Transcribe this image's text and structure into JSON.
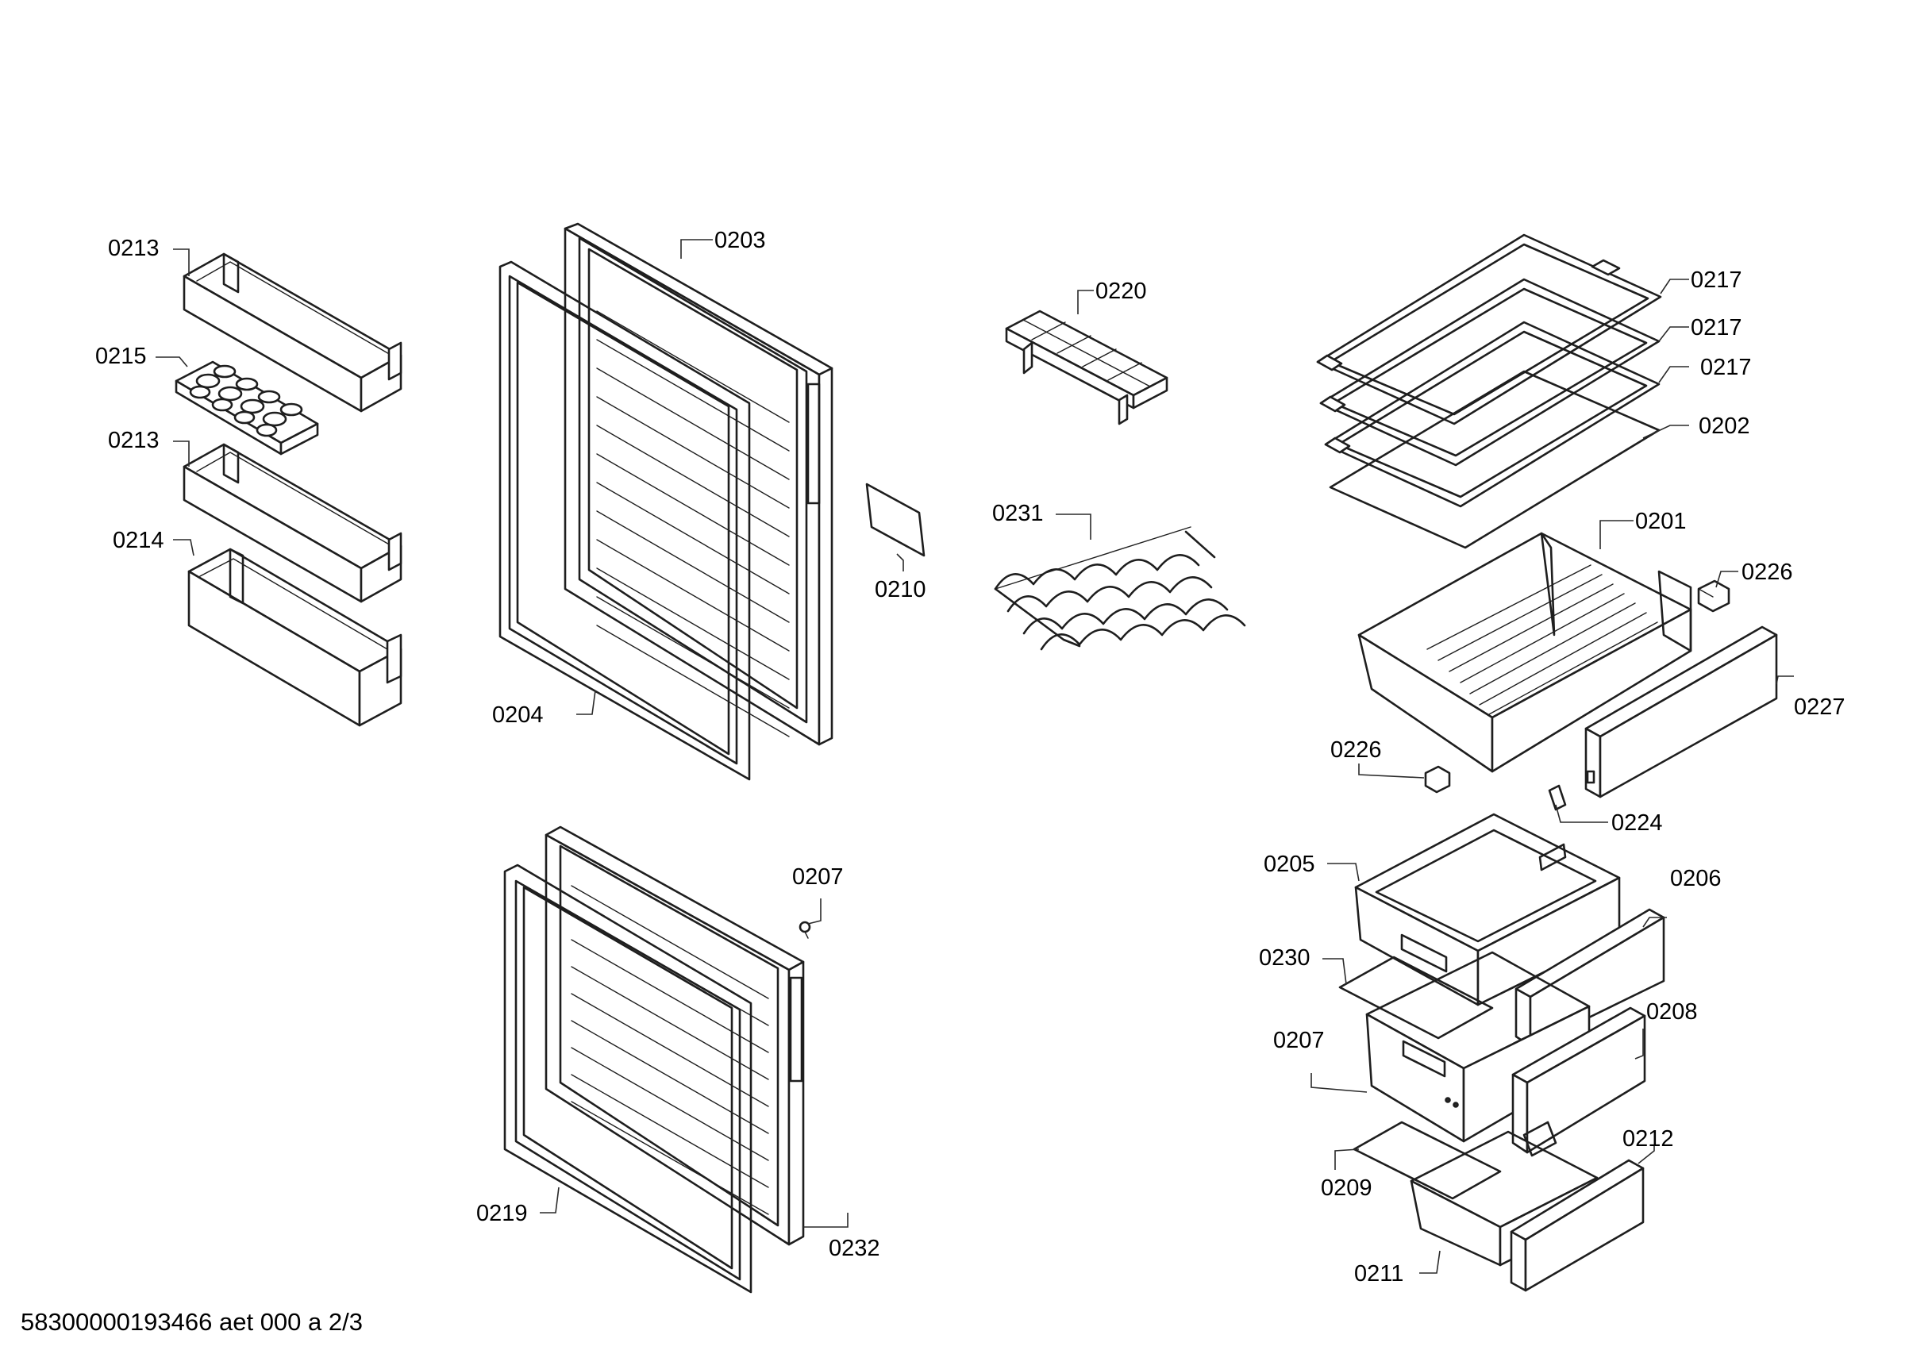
{
  "diagram": {
    "callouts": [
      {
        "id": "c-0213-a",
        "label": "0213"
      },
      {
        "id": "c-0215",
        "label": "0215"
      },
      {
        "id": "c-0213-b",
        "label": "0213"
      },
      {
        "id": "c-0214",
        "label": "0214"
      },
      {
        "id": "c-0203",
        "label": "0203"
      },
      {
        "id": "c-0204",
        "label": "0204"
      },
      {
        "id": "c-0210",
        "label": "0210"
      },
      {
        "id": "c-0220",
        "label": "0220"
      },
      {
        "id": "c-0231",
        "label": "0231"
      },
      {
        "id": "c-0217-a",
        "label": "0217"
      },
      {
        "id": "c-0217-b",
        "label": "0217"
      },
      {
        "id": "c-0217-c",
        "label": "0217"
      },
      {
        "id": "c-0202",
        "label": "0202"
      },
      {
        "id": "c-0201",
        "label": "0201"
      },
      {
        "id": "c-0226-a",
        "label": "0226"
      },
      {
        "id": "c-0227",
        "label": "0227"
      },
      {
        "id": "c-0226-b",
        "label": "0226"
      },
      {
        "id": "c-0224",
        "label": "0224"
      },
      {
        "id": "c-0207-a",
        "label": "0207"
      },
      {
        "id": "c-0205",
        "label": "0205"
      },
      {
        "id": "c-0206",
        "label": "0206"
      },
      {
        "id": "c-0230",
        "label": "0230"
      },
      {
        "id": "c-0208",
        "label": "0208"
      },
      {
        "id": "c-0207-b",
        "label": "0207"
      },
      {
        "id": "c-0212",
        "label": "0212"
      },
      {
        "id": "c-0209",
        "label": "0209"
      },
      {
        "id": "c-0219",
        "label": "0219"
      },
      {
        "id": "c-0232",
        "label": "0232"
      },
      {
        "id": "c-0211",
        "label": "0211"
      }
    ]
  },
  "footer": {
    "document_code": "58300000193466 aet 000 a 2/3"
  }
}
